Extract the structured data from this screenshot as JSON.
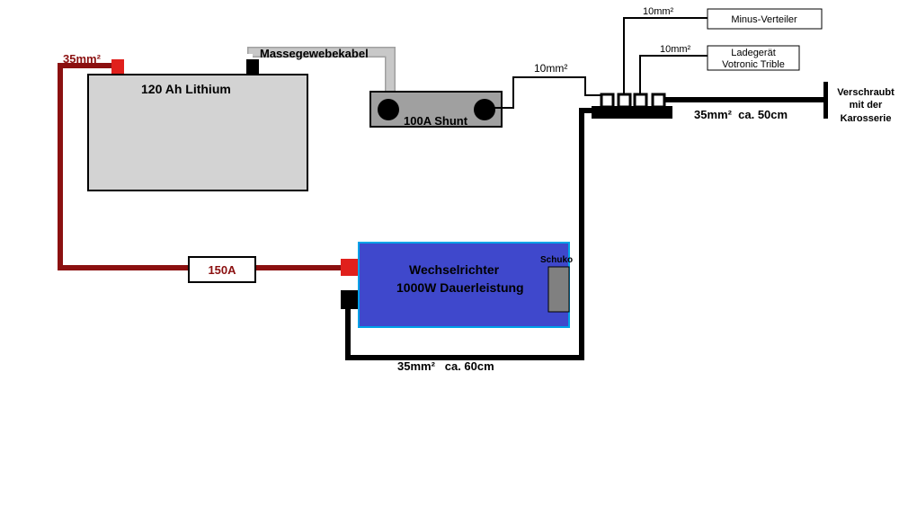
{
  "battery": {
    "label": "120 Ah Lithium"
  },
  "positive_cable": {
    "label": "35mm²"
  },
  "ground_braid": {
    "label": "Massegewebekabel"
  },
  "shunt": {
    "label": "100A Shunt"
  },
  "shunt_cable": {
    "label": "10mm²"
  },
  "fuse": {
    "label": "150A"
  },
  "inverter": {
    "title": "Wechselrichter",
    "subtitle": "1000W Dauerleistung",
    "socket_label": "Schuko"
  },
  "inverter_neg_cable": {
    "label": "35mm²   ca. 60cm"
  },
  "body_cable": {
    "label": "35mm²  ca. 50cm"
  },
  "body_mount": {
    "line1": "Verschraubt",
    "line2": "mit der",
    "line3": "Karosserie"
  },
  "distributor_cable": {
    "label": "10mm²"
  },
  "distributor_box": {
    "label": "Minus-Verteiler"
  },
  "charger_cable": {
    "label": "10mm²"
  },
  "charger_box": {
    "line1": "Ladegerät",
    "line2": "Votronic Trible"
  },
  "colors": {
    "positive": "#8b1010",
    "negative": "#000000",
    "braid": "#bfbfbf",
    "terminal_pos": "#e0201c",
    "inverter_fill": "#3f48cc",
    "inverter_border": "#00a2e8",
    "battery_fill": "#d3d3d3",
    "shunt_fill": "#a0a0a0",
    "socket_fill": "#808080",
    "label_red": "#8b1010"
  }
}
